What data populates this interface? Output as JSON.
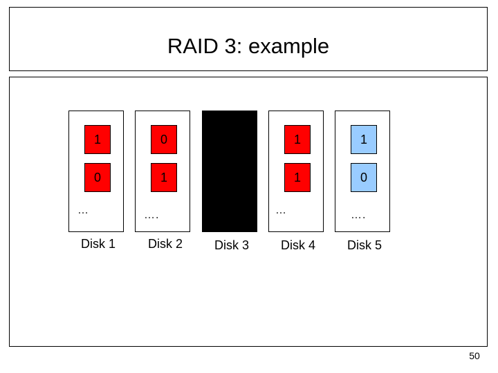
{
  "slide": {
    "title": "RAID 3: example",
    "page_number": "50"
  },
  "colors": {
    "data_block": "#ff0000",
    "parity_block": "#99ccff",
    "parity_disk": "#000000"
  },
  "disks": [
    {
      "label": "Disk 1",
      "blocks": [
        "1",
        "0"
      ],
      "ellipsis": "…"
    },
    {
      "label": "Disk 2",
      "blocks": [
        "0",
        "1"
      ],
      "ellipsis": "…."
    },
    {
      "label": "Disk 3",
      "blocks": [],
      "ellipsis": ""
    },
    {
      "label": "Disk 4",
      "blocks": [
        "1",
        "1"
      ],
      "ellipsis": "…"
    },
    {
      "label": "Disk 5",
      "blocks": [
        "1",
        "0"
      ],
      "ellipsis": "…."
    }
  ]
}
